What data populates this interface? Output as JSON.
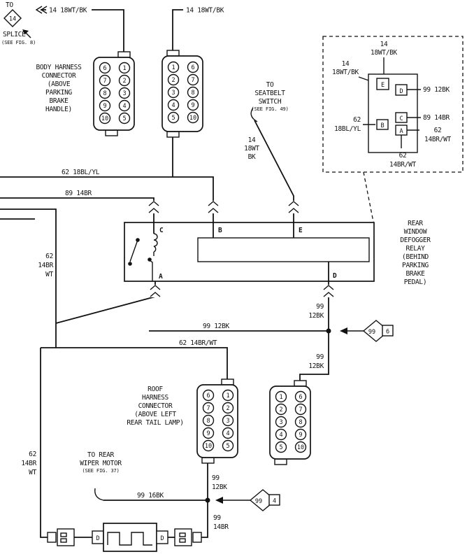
{
  "splice_top_left": {
    "to": "TO",
    "num": "14",
    "name": "SPLICE",
    "fig": "(SEE FIG. 8)"
  },
  "labels": {
    "wire_top_left": "14 18WT/BK",
    "wire_top_mid": "14 18WT/BK",
    "wire_62_18blyl": "62 18BL/YL",
    "wire_89_14br": "89 14BR",
    "wire_99_12bk_h": "99 12BK",
    "wire_62_14brwt_h": "62 14BR/WT",
    "wire_99_16bk": "99 16BK"
  },
  "stacked": {
    "left_upper": [
      "62",
      "14BR",
      "WT"
    ],
    "left_lower": [
      "62",
      "14BR",
      "WT"
    ],
    "seatbelt_wire": [
      "14",
      "18WT",
      "BK"
    ],
    "d_upper": [
      "99",
      "12BK"
    ],
    "d_lower": [
      "99",
      "12BK"
    ],
    "roof_upper": [
      "99",
      "12BK"
    ],
    "roof_lower": [
      "99",
      "14BR"
    ]
  },
  "blocks": {
    "body_harness": [
      "BODY HARNESS",
      "CONNECTOR",
      "(ABOVE",
      "PARKING",
      "BRAKE",
      "HANDLE)"
    ],
    "seatbelt": [
      "TO",
      "SEATBELT",
      "SWITCH",
      "(SEE FIG. 49)"
    ],
    "relay": [
      "REAR",
      "WINDOW",
      "DEFOGGER",
      "RELAY",
      "(BEHIND",
      "PARKING",
      "BRAKE",
      "PEDAL)"
    ],
    "roof_harness": [
      "ROOF",
      "HARNESS",
      "CONNECTOR",
      "(ABOVE LEFT",
      "REAR TAIL LAMP)"
    ],
    "wiper": [
      "TO REAR",
      "WIPER MOTOR",
      "(SEE FIG. 37)"
    ]
  },
  "relay_terminals": {
    "c": "C",
    "b": "B",
    "e": "E",
    "a": "A",
    "d": "D"
  },
  "inset": {
    "top_label": [
      "14",
      "18WT/BK"
    ],
    "left_label": [
      "14",
      "18WT/BK"
    ],
    "pins": {
      "e": "E",
      "d": "D",
      "c": "C",
      "b": "B",
      "a": "A"
    },
    "wire_d": "99 12BK",
    "wire_c": "89 14BR",
    "wire_b": [
      "62",
      "18BL/YL"
    ],
    "wire_a_right": [
      "62",
      "14BR/WT"
    ],
    "wire_a_bottom": [
      "62",
      "14BR/WT"
    ]
  },
  "splices": {
    "s99_6": {
      "num": "99",
      "code": "6"
    },
    "s99_4": {
      "num": "99",
      "code": "4"
    }
  },
  "fuse": {
    "left": "D",
    "right": "D"
  },
  "connectors": [
    {
      "left": [
        "6",
        "7",
        "8",
        "9",
        "10"
      ],
      "right": [
        "1",
        "2",
        "3",
        "4",
        "5"
      ]
    },
    {
      "left": [
        "1",
        "2",
        "3",
        "4",
        "5"
      ],
      "right": [
        "6",
        "7",
        "8",
        "9",
        "10"
      ]
    },
    {
      "left": [
        "6",
        "7",
        "8",
        "9",
        "10"
      ],
      "right": [
        "1",
        "2",
        "3",
        "4",
        "5"
      ]
    },
    {
      "left": [
        "1",
        "2",
        "3",
        "4",
        "5"
      ],
      "right": [
        "6",
        "7",
        "8",
        "9",
        "10"
      ]
    }
  ]
}
